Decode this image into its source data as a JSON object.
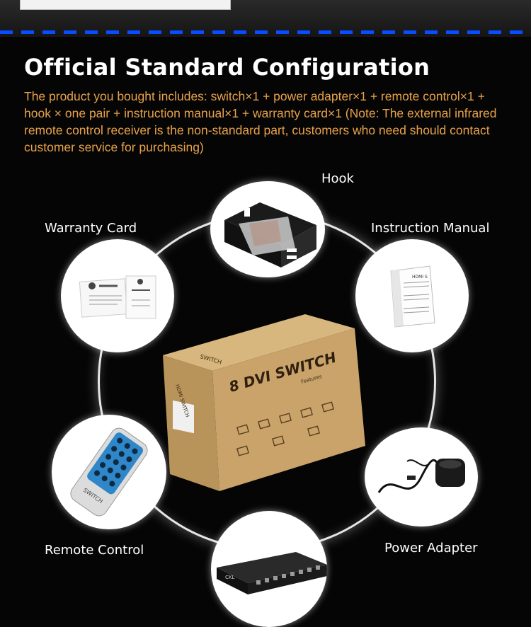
{
  "page": {
    "title": "Official Standard Configuration",
    "description": "The product you bought includes: switch×1 + power adapter×1 + remote control×1 + hook × one pair + instruction manual×1 + warranty card×1 (Note: The external infrared remote control receiver is the non-standard part, customers who need should contact customer service for purchasing)"
  },
  "items": {
    "hook": {
      "label": "Hook"
    },
    "warranty_card": {
      "label": "Warranty Card"
    },
    "instruction_manual": {
      "label": "Instruction Manual",
      "header": "HDMI S"
    },
    "remote_control": {
      "label": "Remote Control",
      "brand": "SWITCH"
    },
    "power_adapter": {
      "label": "Power Adapter"
    },
    "switch_unit": {
      "logo": "CKL"
    }
  },
  "product_box": {
    "model_text": "8 DVI SWITCH",
    "side_text": "HDMI SWITCH",
    "top_text": "SWITCH",
    "features": "Features"
  },
  "colors": {
    "accent_blue": "#0a4cff",
    "description_orange": "#e8a24a",
    "box_cardboard": "#c9a36a"
  }
}
